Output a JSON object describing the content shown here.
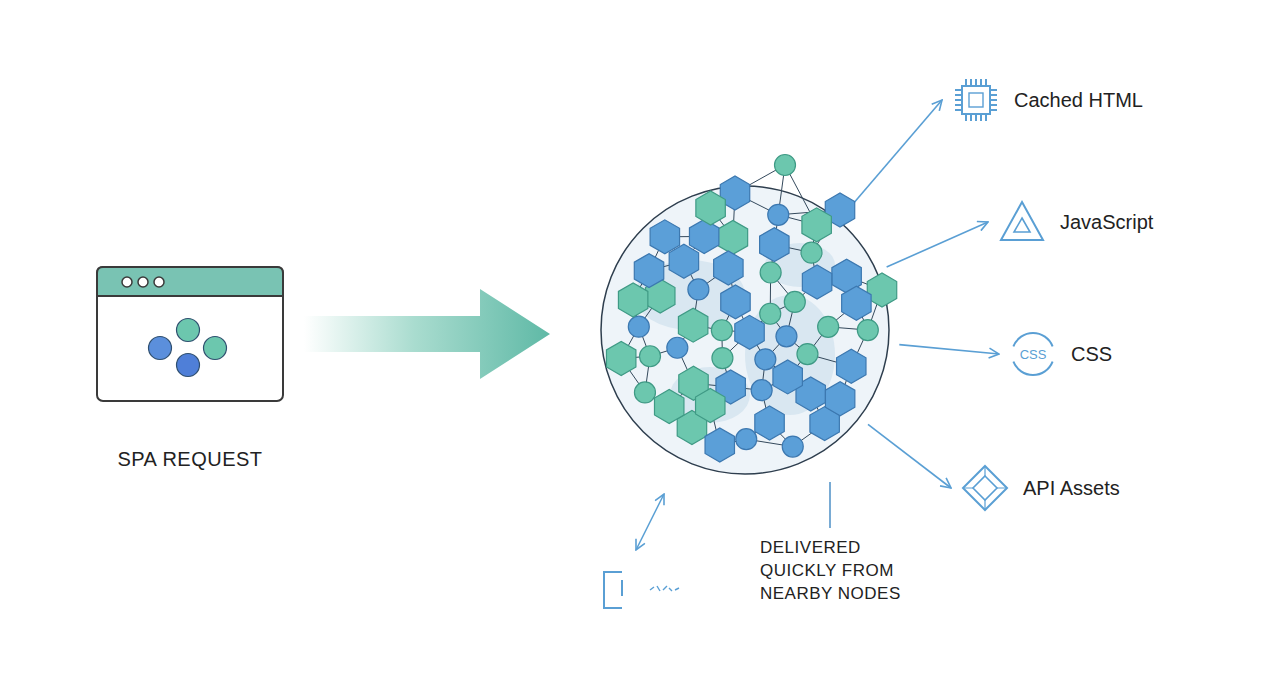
{
  "diagram": {
    "nodes": [
      {
        "text": [
          "SPA REQUEST"
        ]
      },
      {
        "text": [
          "DELIVERED QUICKLY FROM NEARBY NODES"
        ]
      },
      {
        "text": [
          "Cached HTML"
        ]
      },
      {
        "text": [
          "JavaScript"
        ]
      },
      {
        "text": [
          "CSS",
          "CSS"
        ]
      },
      {
        "text": [
          "API Assets"
        ]
      }
    ],
    "edges": [
      {
        "from": 0,
        "to": 1,
        "arrow": "to"
      },
      {
        "from": 1,
        "to": 2,
        "arrow": "to"
      },
      {
        "from": 1,
        "to": 3,
        "arrow": "to"
      },
      {
        "from": 1,
        "to": 4,
        "arrow": "to"
      },
      {
        "from": 1,
        "to": 5,
        "arrow": "to"
      }
    ]
  }
}
